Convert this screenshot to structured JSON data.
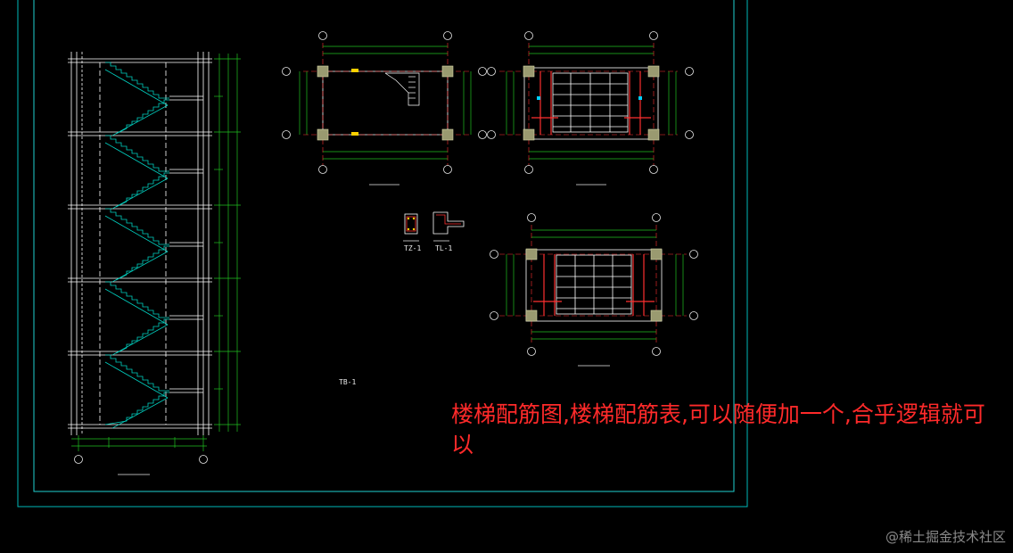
{
  "drawing": {
    "labels": {
      "tz1": "TZ-1",
      "tl1": "TL-1",
      "tb1": "TB-1"
    },
    "colors": {
      "frame_outer": "#00b8b8",
      "frame_inner": "#20d0d0",
      "grid_line": "#ff3030",
      "dimension": "#20c020",
      "structure": "#ffffff",
      "column_fill": "#9a9a70",
      "rebar": "#ffd000",
      "accent_cyan": "#00d0ff"
    }
  },
  "annotation": {
    "text": "楼梯配筋图,楼梯配筋表,可以随便加一个,合乎逻辑就可以",
    "color": "#ff2a2a"
  },
  "watermark": {
    "text": "@稀土掘金技术社区"
  }
}
